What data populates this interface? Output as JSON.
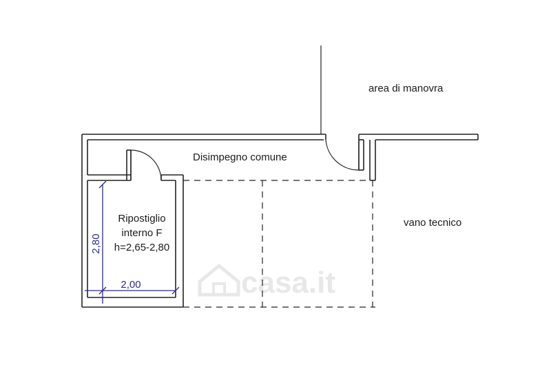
{
  "labels": {
    "area_manovra": "area di manovra",
    "disimpegno": "Disimpegno comune",
    "vano_tecnico": "vano tecnico",
    "ripostiglio_line1": "Ripostiglio",
    "ripostiglio_line2": "interno F",
    "ripostiglio_height": "h=2,65-2,80"
  },
  "dimensions": {
    "width": "2,00",
    "depth": "2,80"
  },
  "watermark": {
    "text": "casa.it"
  },
  "colors": {
    "wall": "#222222",
    "dimension": "#2b2b8c",
    "watermark": "#e6e6e6"
  }
}
